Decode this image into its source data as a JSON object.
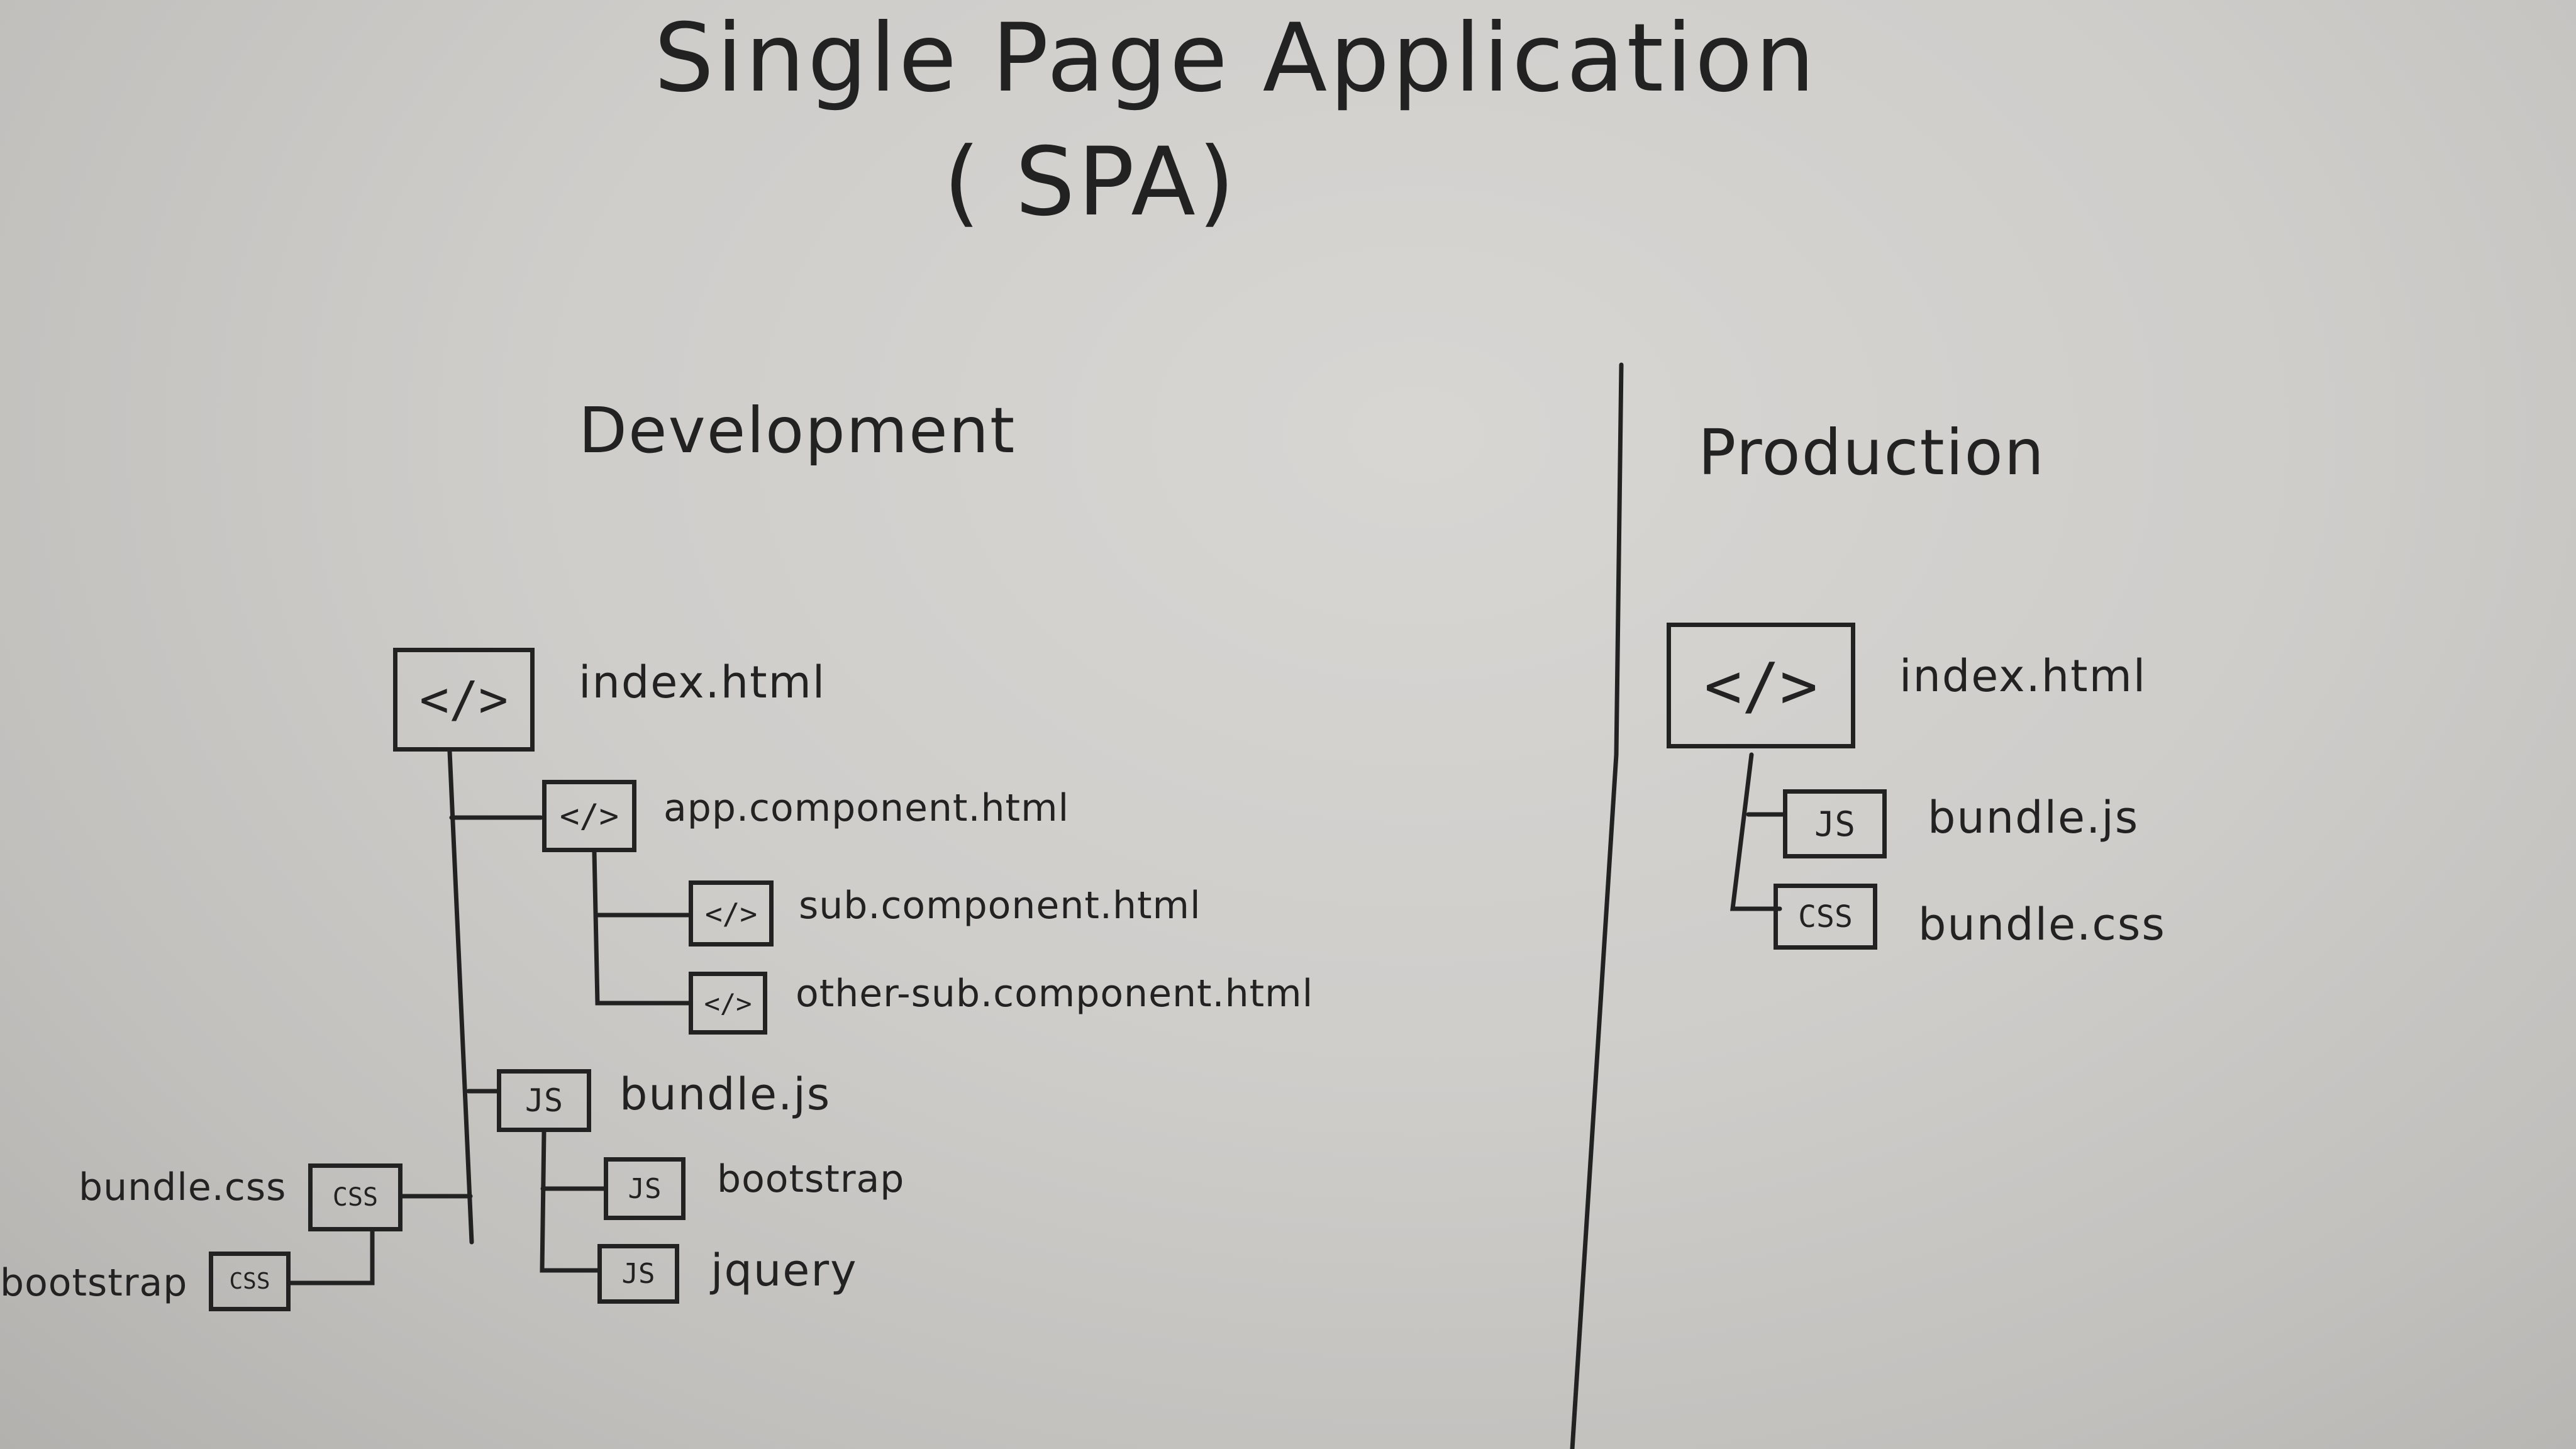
{
  "title": {
    "line1": "Single Page Application",
    "line2": "( SPA)"
  },
  "development": {
    "heading": "Development",
    "index": {
      "icon": "</>",
      "label": "index.html"
    },
    "app": {
      "icon": "</>",
      "label": "app.component.html"
    },
    "sub": {
      "icon": "</>",
      "label": "sub.component.html"
    },
    "other_sub": {
      "icon": "</>",
      "label": "other-sub.component.html"
    },
    "bundle_js": {
      "icon": "JS",
      "label": "bundle.js"
    },
    "bootstrap_js": {
      "icon": "JS",
      "label": "bootstrap"
    },
    "jquery_js": {
      "icon": "JS",
      "label": "jquery"
    },
    "bundle_css": {
      "icon": "CSS",
      "label": "bundle.css"
    },
    "bootstrap_css": {
      "icon": "CSS",
      "label": "bootstrap"
    }
  },
  "production": {
    "heading": "Production",
    "index": {
      "icon": "</>",
      "label": "index.html"
    },
    "bundle_js": {
      "icon": "JS",
      "label": "bundle.js"
    },
    "bundle_css": {
      "icon": "CSS",
      "label": "bundle.css"
    }
  }
}
